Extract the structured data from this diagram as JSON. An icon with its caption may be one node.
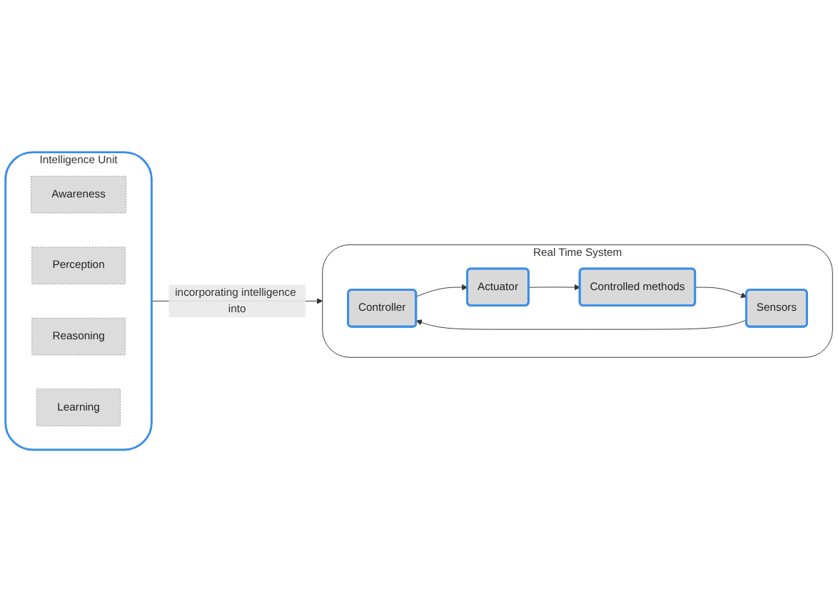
{
  "diagram": {
    "nodes": [
      {
        "text": [
          "Intelligence Unit"
        ]
      },
      {
        "text": [
          "Awareness"
        ],
        "in": 0
      },
      {
        "text": [
          "Perception"
        ],
        "in": 0
      },
      {
        "text": [
          "Reasoning"
        ],
        "in": 0
      },
      {
        "text": [
          "Learning"
        ],
        "in": 0
      },
      {
        "text": [
          "Real Time System"
        ]
      },
      {
        "text": [
          "Controller"
        ],
        "in": 5
      },
      {
        "text": [
          "Sensors"
        ],
        "in": 5
      },
      {
        "text": [
          "Actuator"
        ],
        "in": 5
      },
      {
        "text": [
          "Controlled methods"
        ],
        "in": 5
      }
    ],
    "edges": [
      {
        "from": 0,
        "to": 5,
        "label": "incorporating intelligence into",
        "arrow": "to"
      },
      {
        "from": 6,
        "to": 8,
        "arrow": "to"
      },
      {
        "from": 8,
        "to": 9,
        "arrow": "to"
      },
      {
        "from": 9,
        "to": 7,
        "arrow": "to"
      },
      {
        "from": 7,
        "to": 6,
        "arrow": "to"
      }
    ]
  }
}
